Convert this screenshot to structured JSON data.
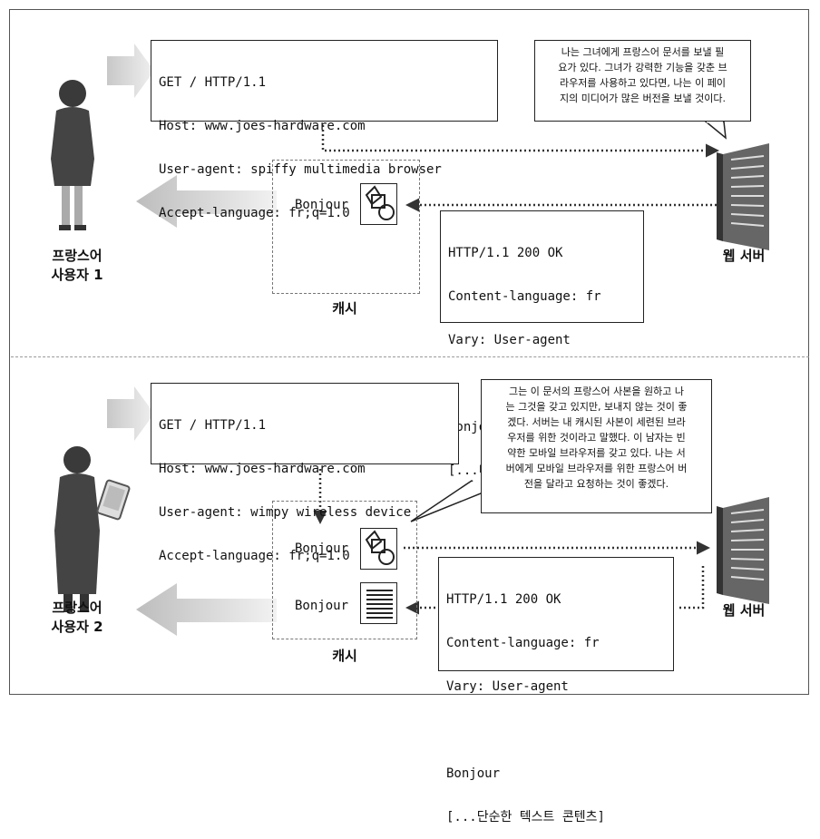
{
  "panel1": {
    "request": [
      "GET / HTTP/1.1",
      "Host: www.joes-hardware.com",
      "User-agent: spiffy multimedia browser",
      "Accept-language: fr;q=1.0"
    ],
    "bubble": [
      "나는 그녀에게 프랑스어 문서를 보낼 필",
      "요가 있다. 그녀가 강력한 기능을 갖춘 브",
      "라우저를 사용하고 있다면, 나는 이 페이",
      "지의 미디어가 많은 버전을 보낼 것이다."
    ],
    "cache_label": "캐시",
    "cached_doc_label": "Bonjour",
    "response": [
      "HTTP/1.1 200 OK",
      "Content-language: fr",
      "Vary: User-agent",
      "",
      "Bonjour",
      "[...미디어가 많은 콘텐츠]"
    ],
    "user_label": [
      "프랑스어",
      "사용자 1"
    ],
    "server_label": "웹 서버"
  },
  "panel2": {
    "request": [
      "GET / HTTP/1.1",
      "Host: www.joes-hardware.com",
      "User-agent: wimpy wireless device",
      "Accept-language: fr;q=1.0"
    ],
    "bubble": [
      "그는 이 문서의 프랑스어 사본을 원하고 나",
      "는 그것을 갖고 있지만, 보내지 않는 것이 좋",
      "겠다. 서버는 내 캐시된 사본이 세련된 브라",
      "우저를 위한 것이라고 말했다. 이 남자는 빈",
      "약한 모바일 브라우저를 갖고 있다. 나는 서",
      "버에게 모바일 브라우저를 위한 프랑스어 버",
      "전을 달라고 요청하는 것이 좋겠다."
    ],
    "cache_label": "캐시",
    "cached_doc_label_1": "Bonjour",
    "cached_doc_label_2": "Bonjour",
    "response": [
      "HTTP/1.1 200 OK",
      "Content-language: fr",
      "Vary: User-agent",
      "",
      "Bonjour",
      "[...단순한 텍스트 콘텐츠]"
    ],
    "user_label": [
      "프랑스어",
      "사용자 2"
    ],
    "server_label": "웹 서버"
  }
}
